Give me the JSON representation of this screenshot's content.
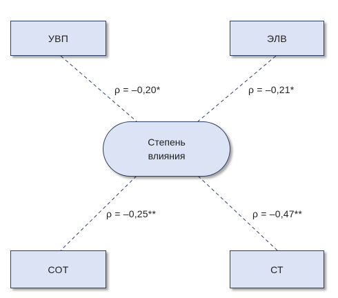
{
  "diagram": {
    "center": {
      "line1": "Степень",
      "line2": "влияния"
    },
    "nodes": {
      "top_left": "УВП",
      "top_right": "ЭЛВ",
      "bottom_left": "СОТ",
      "bottom_right": "СТ"
    },
    "correlations": {
      "top_left": "ρ = –0,20*",
      "top_right": "ρ = –0,21*",
      "bottom_left": "ρ = –0,25**",
      "bottom_right": "ρ = –0,47**"
    },
    "colors": {
      "box_fill": "#dbe3f4",
      "box_border": "#2e3e63",
      "line": "#2e3e63"
    }
  }
}
